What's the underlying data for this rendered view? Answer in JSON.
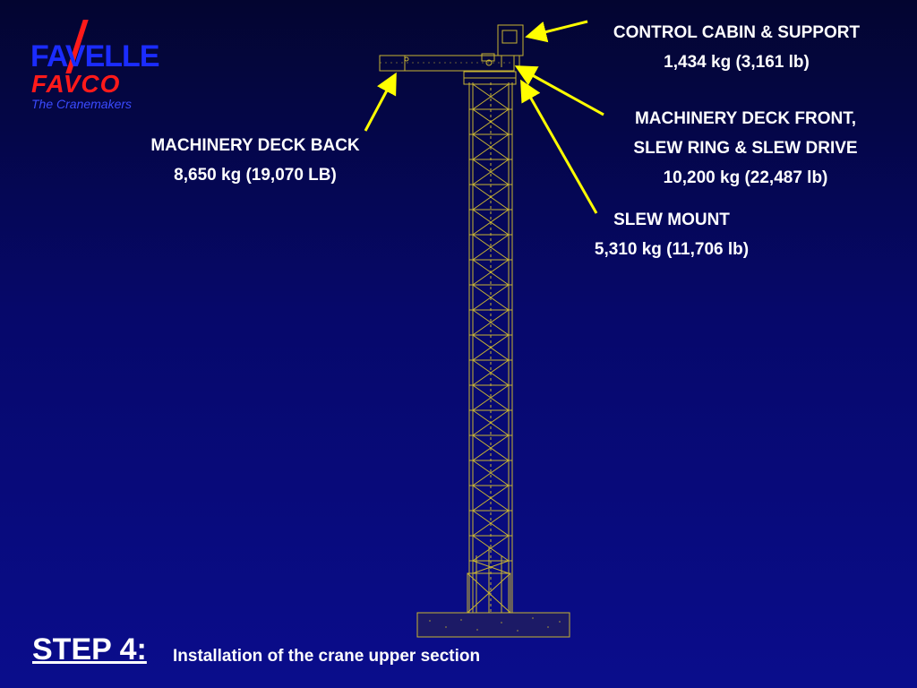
{
  "logo": {
    "line1": "FAVELLE",
    "line2": "FAVCO",
    "tagline": "The Cranemakers"
  },
  "labels": {
    "control_cabin": {
      "line1": "CONTROL CABIN & SUPPORT",
      "line2": "1,434 kg (3,161 lb)"
    },
    "deck_front": {
      "line1": "MACHINERY DECK FRONT,",
      "line2": "SLEW RING & SLEW DRIVE",
      "line3": "10,200 kg (22,487 lb)"
    },
    "deck_back": {
      "line1": "MACHINERY DECK BACK",
      "line2": "8,650 kg (19,070 LB)"
    },
    "slew_mount": {
      "line1": "SLEW MOUNT",
      "line2": "5,310 kg (11,706 lb)"
    }
  },
  "footer": {
    "step": "STEP 4:",
    "description": "Installation of the crane upper section"
  },
  "colors": {
    "arrow": "#ffff00",
    "drawing": "#c8b432",
    "label_text": "#ffffff",
    "logo_blue": "#1b2cff",
    "logo_red": "#ff1a1a"
  }
}
